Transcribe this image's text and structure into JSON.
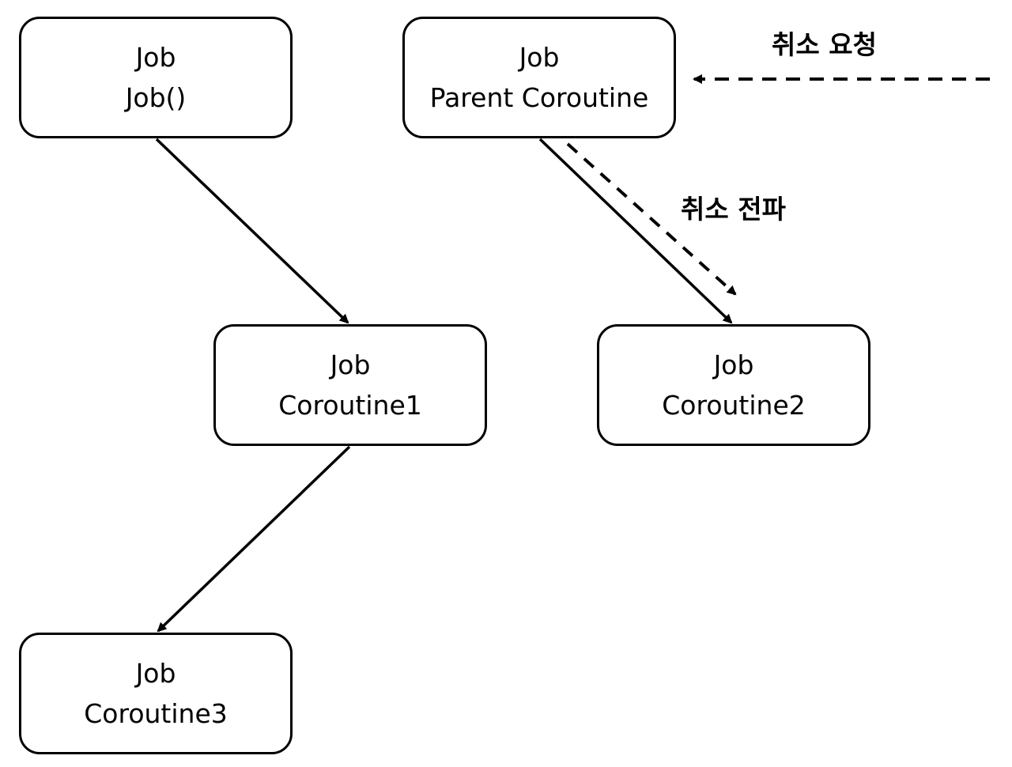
{
  "nodes": {
    "job_func": {
      "line1": "Job",
      "line2": "Job()"
    },
    "parent": {
      "line1": "Job",
      "line2": "Parent Coroutine"
    },
    "co1": {
      "line1": "Job",
      "line2": "Coroutine1"
    },
    "co2": {
      "line1": "Job",
      "line2": "Coroutine2"
    },
    "co3": {
      "line1": "Job",
      "line2": "Coroutine3"
    }
  },
  "labels": {
    "cancel_request": "취소 요청",
    "cancel_propagation": "취소 전파"
  },
  "edges": [
    {
      "from": "job_func",
      "to": "co1",
      "style": "solid"
    },
    {
      "from": "co1",
      "to": "co3",
      "style": "solid"
    },
    {
      "from": "parent",
      "to": "co2",
      "style": "solid"
    },
    {
      "from": "parent",
      "to": "co2",
      "style": "dashed",
      "label": "cancel_propagation"
    },
    {
      "from": "external",
      "to": "parent",
      "style": "dashed",
      "label": "cancel_request"
    }
  ],
  "colors": {
    "stroke": "#000000",
    "background": "#ffffff"
  }
}
